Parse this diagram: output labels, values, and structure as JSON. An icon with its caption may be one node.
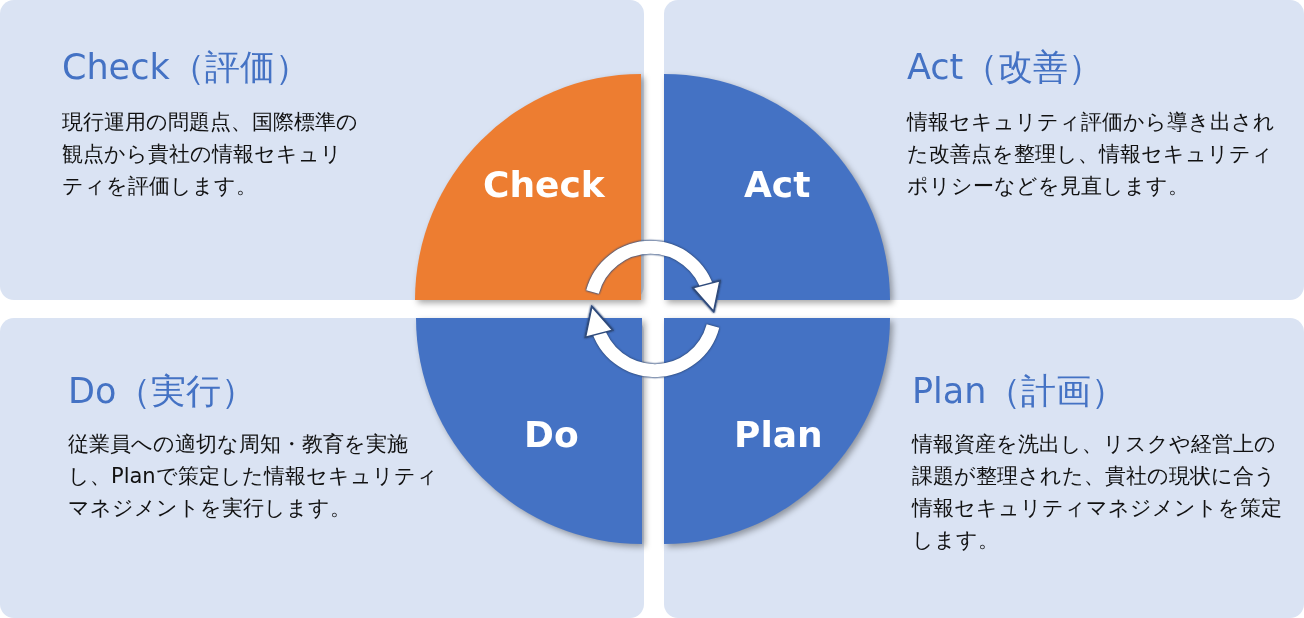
{
  "diagram": {
    "nodes": [
      {
        "text": [
          "Check（評価）",
          "現行運用の問題点、国際標準の観点から貴社の情報セキュリティを評価します。"
        ]
      },
      {
        "text": [
          "Act（改善）",
          "情報セキュリティ評価から導き出された改善点を整理し、情報セキュリティポリシーなどを見直します。"
        ]
      },
      {
        "text": [
          "Do（実行）",
          "従業員への適切な周知・教育を実施し、Planで策定した情報セキュリティマネジメントを実行します。"
        ]
      },
      {
        "text": [
          "Plan（計画）",
          "情報資産を洗出し、リスクや経営上の課題が整理された、貴社の現状に合う情報セキュリティマネジメントを策定します。"
        ]
      },
      {
        "text": [
          "Check"
        ],
        "in": 0
      },
      {
        "text": [
          "Act"
        ],
        "in": 1
      },
      {
        "text": [
          "Do"
        ],
        "in": 2
      },
      {
        "text": [
          "Plan"
        ],
        "in": 3
      }
    ],
    "edges": [
      {
        "from": 4,
        "to": 5,
        "arrow": "to"
      },
      {
        "from": 7,
        "to": 6,
        "arrow": "to"
      }
    ]
  }
}
